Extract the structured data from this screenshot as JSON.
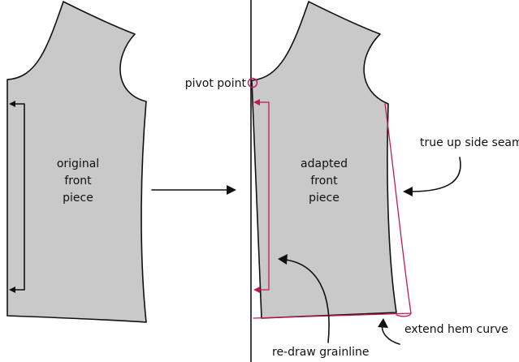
{
  "labels": {
    "original": [
      "original",
      "front",
      "piece"
    ],
    "adapted": [
      "adapted",
      "front",
      "piece"
    ],
    "pivot": "pivot point",
    "side_seams": "true up side seams",
    "grainline": "re-draw grainline",
    "hem": "extend hem curve"
  },
  "colors": {
    "piece_fill": "#c9c9c9",
    "ink": "#111111",
    "accent": "#c2185b"
  }
}
